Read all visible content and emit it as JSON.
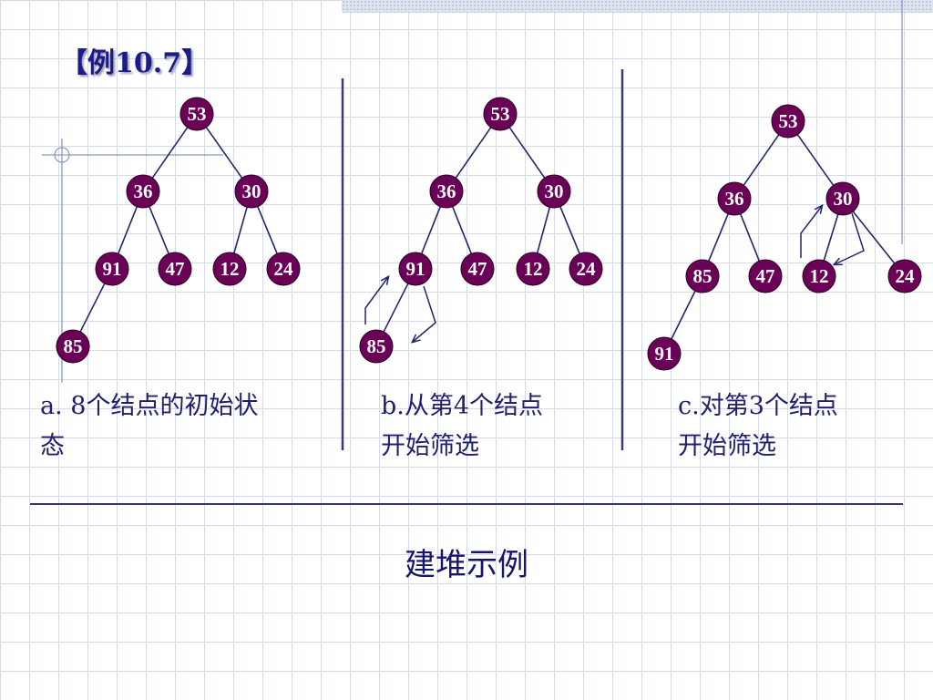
{
  "title": "【例10.7】",
  "heading": "建堆示例",
  "captions": {
    "a": [
      "a.  8个结点的初始状",
      "态"
    ],
    "b": [
      "b.从第4个结点",
      "开始筛选"
    ],
    "c": [
      "c.对第3个结点",
      "开始筛选"
    ]
  },
  "colors": {
    "node_fill": "#6b0057",
    "node_text": "#ffffff",
    "edge": "#24246b"
  },
  "trees": [
    {
      "name": "tree-a",
      "nodes": [
        "53",
        "36",
        "30",
        "91",
        "47",
        "12",
        "24",
        "85"
      ]
    },
    {
      "name": "tree-b",
      "nodes": [
        "53",
        "36",
        "30",
        "91",
        "47",
        "12",
        "24",
        "85"
      ]
    },
    {
      "name": "tree-c",
      "nodes": [
        "53",
        "36",
        "30",
        "85",
        "47",
        "12",
        "24",
        "91"
      ]
    }
  ]
}
